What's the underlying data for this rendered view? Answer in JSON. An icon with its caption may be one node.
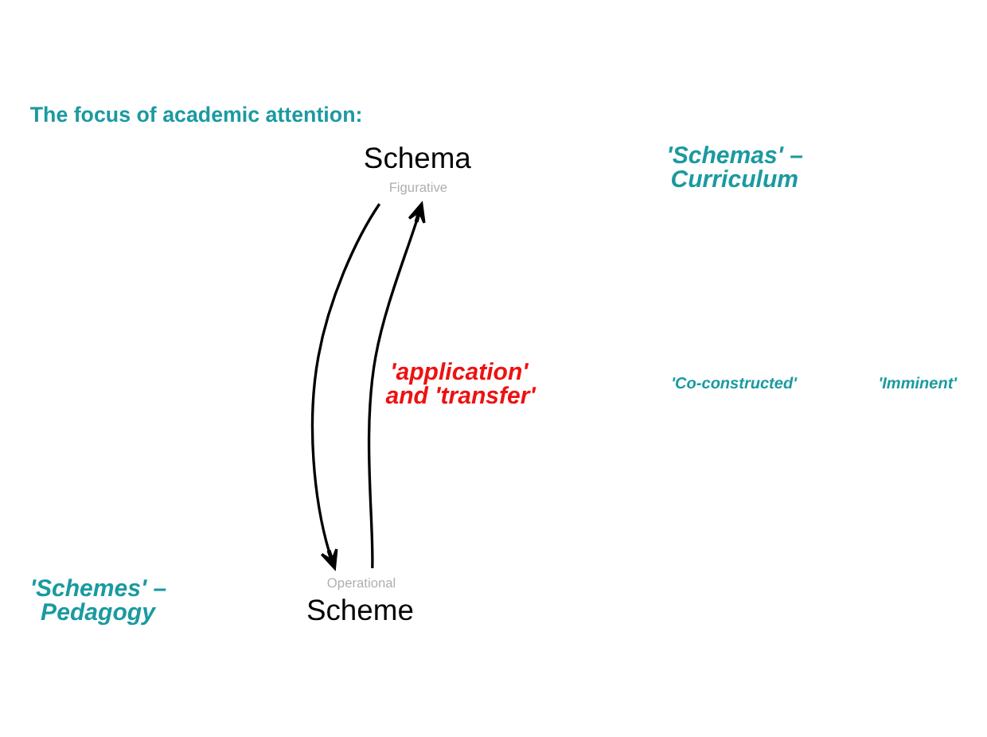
{
  "diagram": {
    "title": "The focus of academic attention:",
    "nodes": [
      {
        "text": [
          "Schema"
        ],
        "beside": [
          "Figurative"
        ]
      },
      {
        "text": [
          "Scheme"
        ],
        "beside": [
          "Operational"
        ]
      }
    ],
    "edges": [
      {
        "from": 0,
        "to": 1,
        "arrow": "to"
      },
      {
        "from": 1,
        "to": 0,
        "arrow": "to"
      }
    ],
    "labels": [
      "'Schemas' – Curriculum",
      "'Co-constructed'",
      "'Imminent'",
      "'application' and 'transfer'",
      "'Schemes' – Pedagogy"
    ]
  }
}
